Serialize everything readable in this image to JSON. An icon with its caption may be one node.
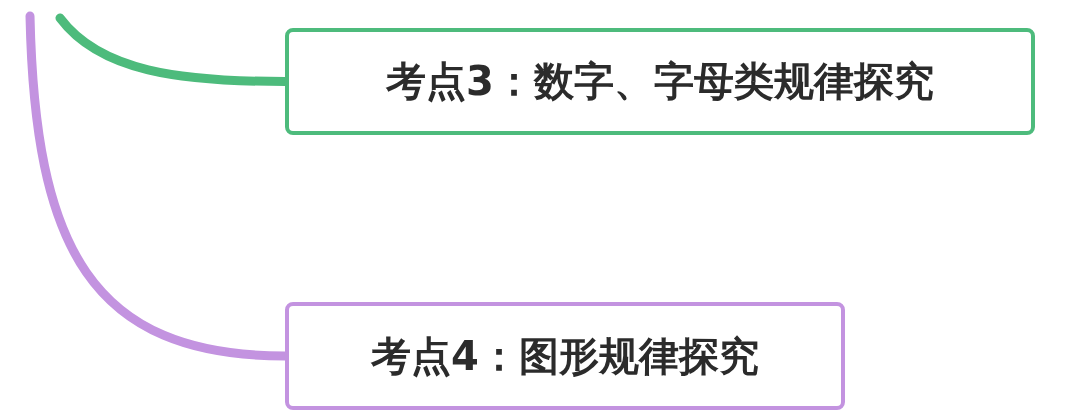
{
  "diagram": {
    "nodes": [
      {
        "text": [
          "考点3：数字、字母类规律探究"
        ]
      },
      {
        "text": [
          "考点4：图形规律探究"
        ]
      }
    ],
    "edges": [
      {
        "from": null,
        "to": 0,
        "arrow": "none",
        "color": "#4dbb7c"
      },
      {
        "from": null,
        "to": 1,
        "arrow": "none",
        "color": "#c393e0"
      }
    ]
  }
}
